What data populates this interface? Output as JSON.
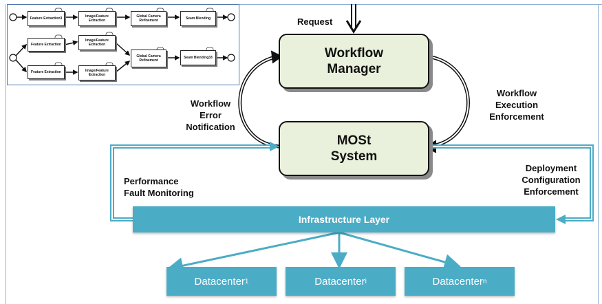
{
  "inset_workflow": {
    "row1": [
      "Feature Extraction3",
      "Image/Feature Extraction",
      "Global Camera Refinement",
      "Seam Blending"
    ],
    "row2_top": [
      "Feature Extraction",
      "Image/Feature Extraction"
    ],
    "row2_bottom": [
      "Feature Extraction",
      "Image/Feature Extraction"
    ],
    "row2_merge": [
      "Global Camera Refinement",
      "Seam Blending33"
    ]
  },
  "request_label": "Request",
  "workflow_manager": {
    "line1": "Workflow",
    "line2": "Manager"
  },
  "most_system": {
    "line1": "MOSt",
    "line2": "System"
  },
  "labels": {
    "error_notification": [
      "Workflow",
      "Error",
      "Notification"
    ],
    "execution_enforcement": [
      "Workflow",
      "Execution",
      "Enforcement"
    ],
    "performance_monitoring": [
      "Performance",
      "Fault Monitoring"
    ],
    "deployment_enforcement": [
      "Deployment",
      "Configuration",
      "Enforcement"
    ]
  },
  "infrastructure_label": "Infrastructure Layer",
  "datacenters": [
    {
      "name": "Datacenter",
      "sub": "1"
    },
    {
      "name": "Datacenter",
      "sub": "i"
    },
    {
      "name": "Datacenter",
      "sub": "n"
    }
  ],
  "colors": {
    "infra": "#4bacc6",
    "box_fill": "#e9f1dc",
    "frame": "#8fb0d6",
    "inset_border": "#4f79ad"
  }
}
